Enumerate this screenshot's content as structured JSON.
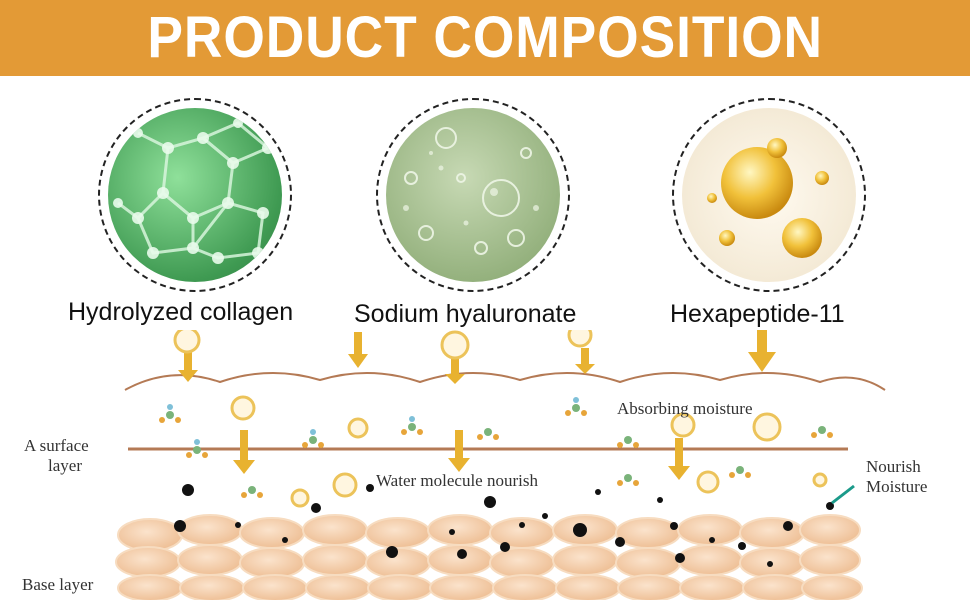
{
  "title": "PRODUCT COMPOSITION",
  "ingredients": [
    {
      "name": "Hydrolyzed collagen",
      "icon": "collagen-molecule-icon",
      "color": "#5fb86f"
    },
    {
      "name": "Sodium hyaluronate",
      "icon": "hyaluronate-bubbles-icon",
      "color": "#9cbc8a"
    },
    {
      "name": "Hexapeptide-11",
      "icon": "peptide-droplets-icon",
      "color": "#e8b84a"
    }
  ],
  "diagram": {
    "absorbing": "Absorbing moisture",
    "surface": [
      "A surface",
      "layer"
    ],
    "water": "Water molecule nourish",
    "nourish": [
      "Nourish",
      "Moisture"
    ],
    "base": "Base layer"
  },
  "colors": {
    "banner": "#e39a36",
    "arrow": "#e8b230",
    "cell": "#f3c9a0",
    "membrane": "#b47a55"
  }
}
